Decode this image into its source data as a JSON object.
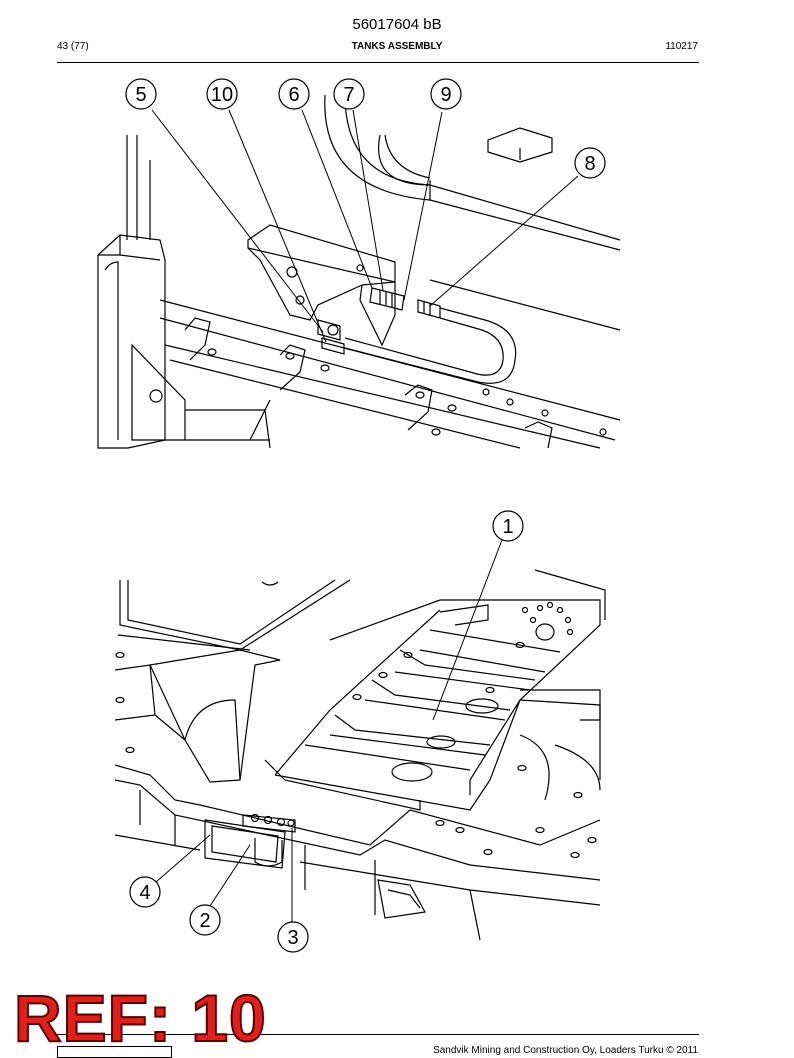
{
  "header": {
    "doc_number": "56017604 bB",
    "page": "43 (77)",
    "title": "TANKS ASSEMBLY",
    "date_code": "110217"
  },
  "callouts_top": [
    "5",
    "10",
    "6",
    "7",
    "9",
    "8"
  ],
  "callouts_bottom": [
    "1",
    "4",
    "2",
    "3"
  ],
  "stamp": {
    "text": "REF: 10",
    "color": "#e0201b"
  },
  "footer": {
    "copyright": "Sandvik Mining and Construction Oy, Loaders Turku © 2011"
  }
}
